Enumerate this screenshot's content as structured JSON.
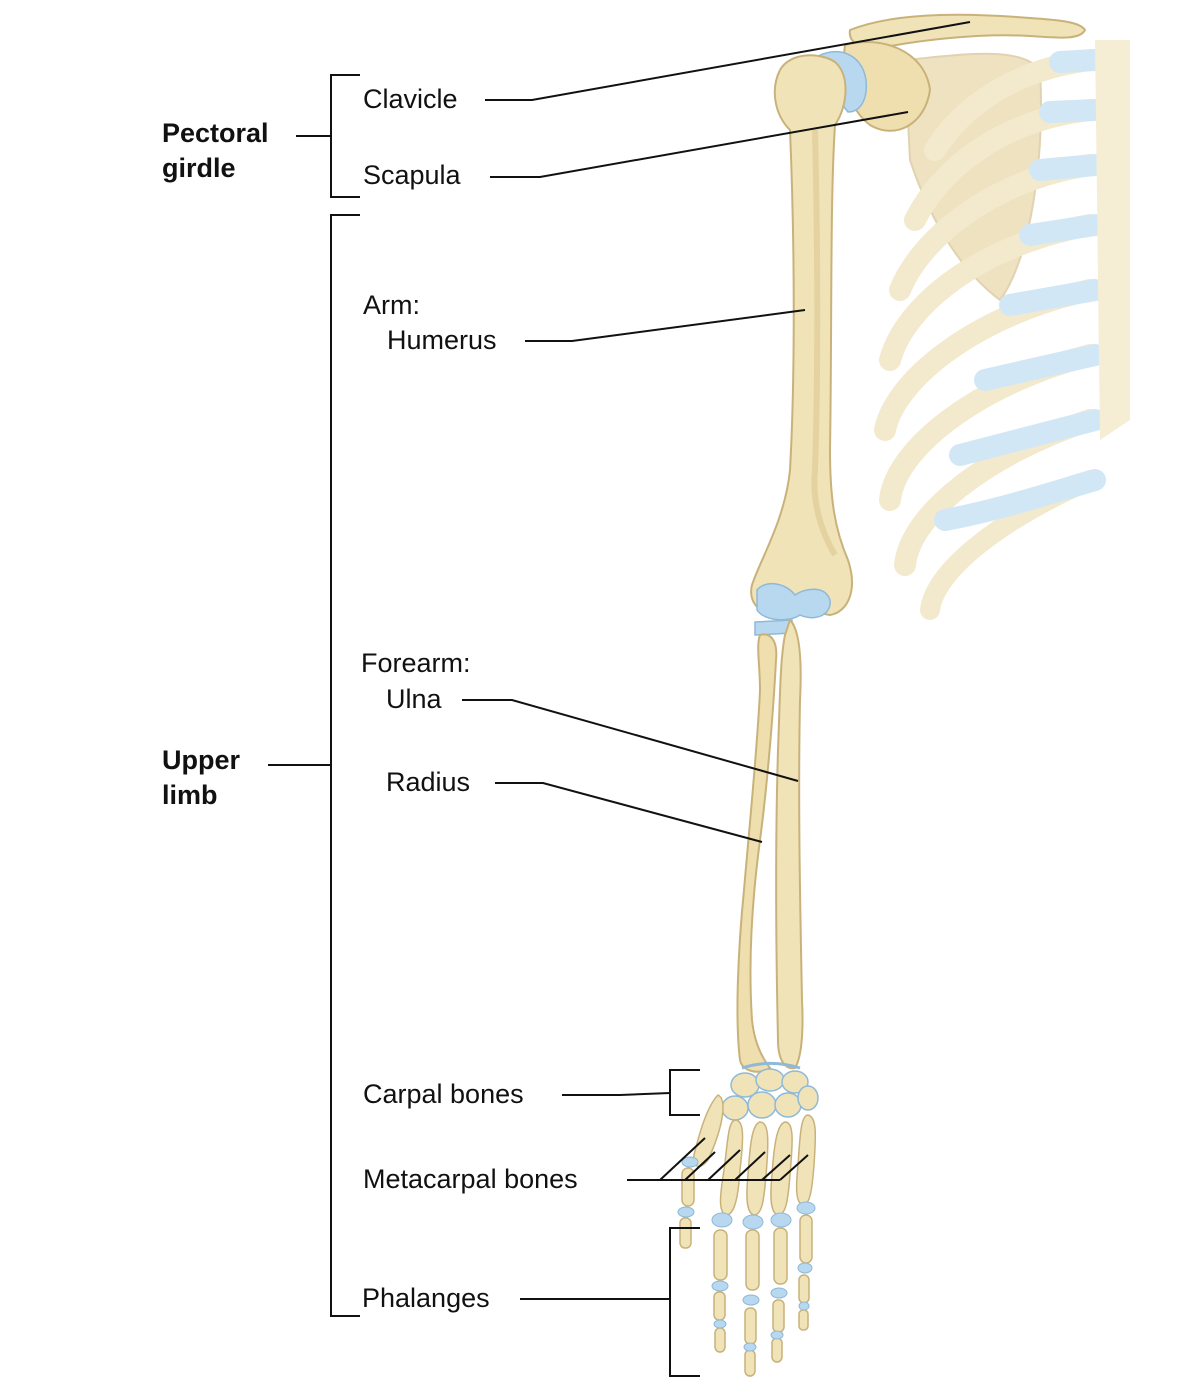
{
  "groups": {
    "pectoral_girdle": [
      "Pectoral",
      "girdle"
    ],
    "upper_limb": [
      "Upper",
      "limb"
    ]
  },
  "labels": {
    "clavicle": "Clavicle",
    "scapula": "Scapula",
    "arm": "Arm:",
    "humerus": "Humerus",
    "forearm": "Forearm:",
    "ulna": "Ulna",
    "radius": "Radius",
    "carpal_bones": "Carpal bones",
    "metacarpal_bones": "Metacarpal bones",
    "phalanges": "Phalanges"
  },
  "colors": {
    "bone": "#f1e3b8",
    "bone_shade": "#d9c48d",
    "bone_outline": "#c9b27a",
    "cartilage": "#b7d8ef",
    "leader_line": "#111111"
  }
}
